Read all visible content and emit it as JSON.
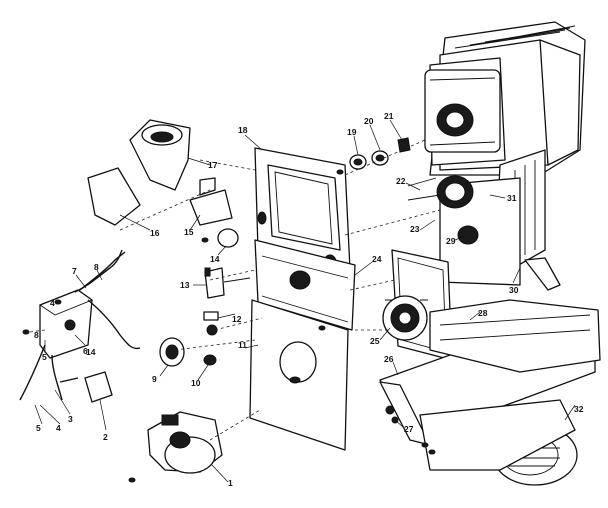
{
  "diagram": {
    "colors": {
      "line": "#111111",
      "background": "#ffffff",
      "fill": "#1a1a1a"
    },
    "callouts": [
      {
        "id": "p1",
        "label": "1"
      },
      {
        "id": "p2",
        "label": "2"
      },
      {
        "id": "p3",
        "label": "3"
      },
      {
        "id": "p4",
        "label": "4"
      },
      {
        "id": "p5",
        "label": "5"
      },
      {
        "id": "p5b",
        "label": "5"
      },
      {
        "id": "p6",
        "label": "6"
      },
      {
        "id": "p7",
        "label": "7"
      },
      {
        "id": "p8",
        "label": "8"
      },
      {
        "id": "p9",
        "label": "9"
      },
      {
        "id": "p10",
        "label": "10"
      },
      {
        "id": "p11",
        "label": "11"
      },
      {
        "id": "p12",
        "label": "12"
      },
      {
        "id": "p13",
        "label": "13"
      },
      {
        "id": "p14",
        "label": "14"
      },
      {
        "id": "p14b",
        "label": "14"
      },
      {
        "id": "p15",
        "label": "15"
      },
      {
        "id": "p16",
        "label": "16"
      },
      {
        "id": "p17",
        "label": "17"
      },
      {
        "id": "p18",
        "label": "18"
      },
      {
        "id": "p19",
        "label": "19"
      },
      {
        "id": "p20",
        "label": "20"
      },
      {
        "id": "p21",
        "label": "21"
      },
      {
        "id": "p22",
        "label": "22"
      },
      {
        "id": "p23",
        "label": "23"
      },
      {
        "id": "p24",
        "label": "24"
      },
      {
        "id": "p25",
        "label": "25"
      },
      {
        "id": "p26",
        "label": "26"
      },
      {
        "id": "p27",
        "label": "27"
      },
      {
        "id": "p28",
        "label": "28"
      },
      {
        "id": "p29",
        "label": "29"
      },
      {
        "id": "p30",
        "label": "30"
      },
      {
        "id": "p31",
        "label": "31"
      },
      {
        "id": "p32",
        "label": "32"
      },
      {
        "id": "p4b",
        "label": "4"
      },
      {
        "id": "p8b",
        "label": "8"
      }
    ]
  }
}
